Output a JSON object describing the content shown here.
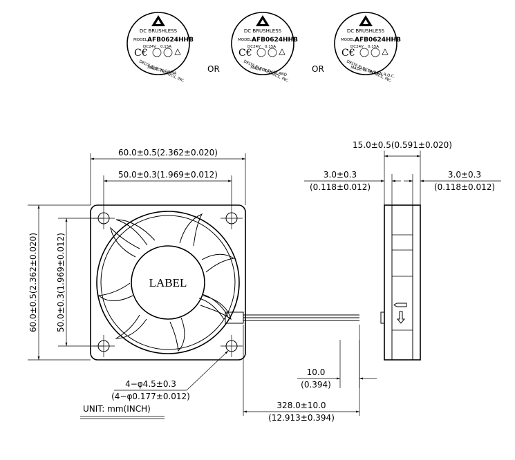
{
  "labels": [
    {
      "title": "DC BRUSHLESS",
      "model_prefix": "MODEL",
      "model": "AFB0624HHB",
      "voltage": "DC24V",
      "current": "0.15A",
      "company": "DELTA ELECTRONICS, INC.",
      "origin": "MADE IN CHINA"
    },
    {
      "title": "DC BRUSHLESS",
      "model_prefix": "MODEL",
      "model": "AFB0624HHB",
      "voltage": "DC24V",
      "current": "0.15A",
      "company": "DELTA ELECTRONICS, INC.",
      "origin": "MADE IN THAILAND"
    },
    {
      "title": "DC BRUSHLESS",
      "model_prefix": "MODEL",
      "model": "AFB0624HHB",
      "voltage": "DC24V",
      "current": "0.15A",
      "company": "DELTA ELECTRONICS, INC.",
      "origin": "MADE IN TAIWAN R.O.C."
    }
  ],
  "or_text": "OR",
  "hub_label": "LABEL",
  "dimensions": {
    "overall_width": "60.0±0.5(2.362±0.020)",
    "hole_spacing_x": "50.0±0.3(1.969±0.012)",
    "overall_height": "60.0±0.5(2.362±0.020)",
    "hole_spacing_y": "50.0±0.3(1.969±0.012)",
    "thickness": "15.0±0.5(0.591±0.020)",
    "flange_left_mm": "3.0±0.3",
    "flange_left_in": "(0.118±0.012)",
    "flange_right_mm": "3.0±0.3",
    "flange_right_in": "(0.118±0.012)",
    "hole_dia_mm": "4−φ4.5±0.3",
    "hole_dia_in": "(4−φ0.177±0.012)",
    "strip_mm": "10.0",
    "strip_in": "(0.394)",
    "lead_mm": "328.0±10.0",
    "lead_in": "(12.913±0.394)"
  },
  "unit_text": "UNIT:  mm(INCH)"
}
